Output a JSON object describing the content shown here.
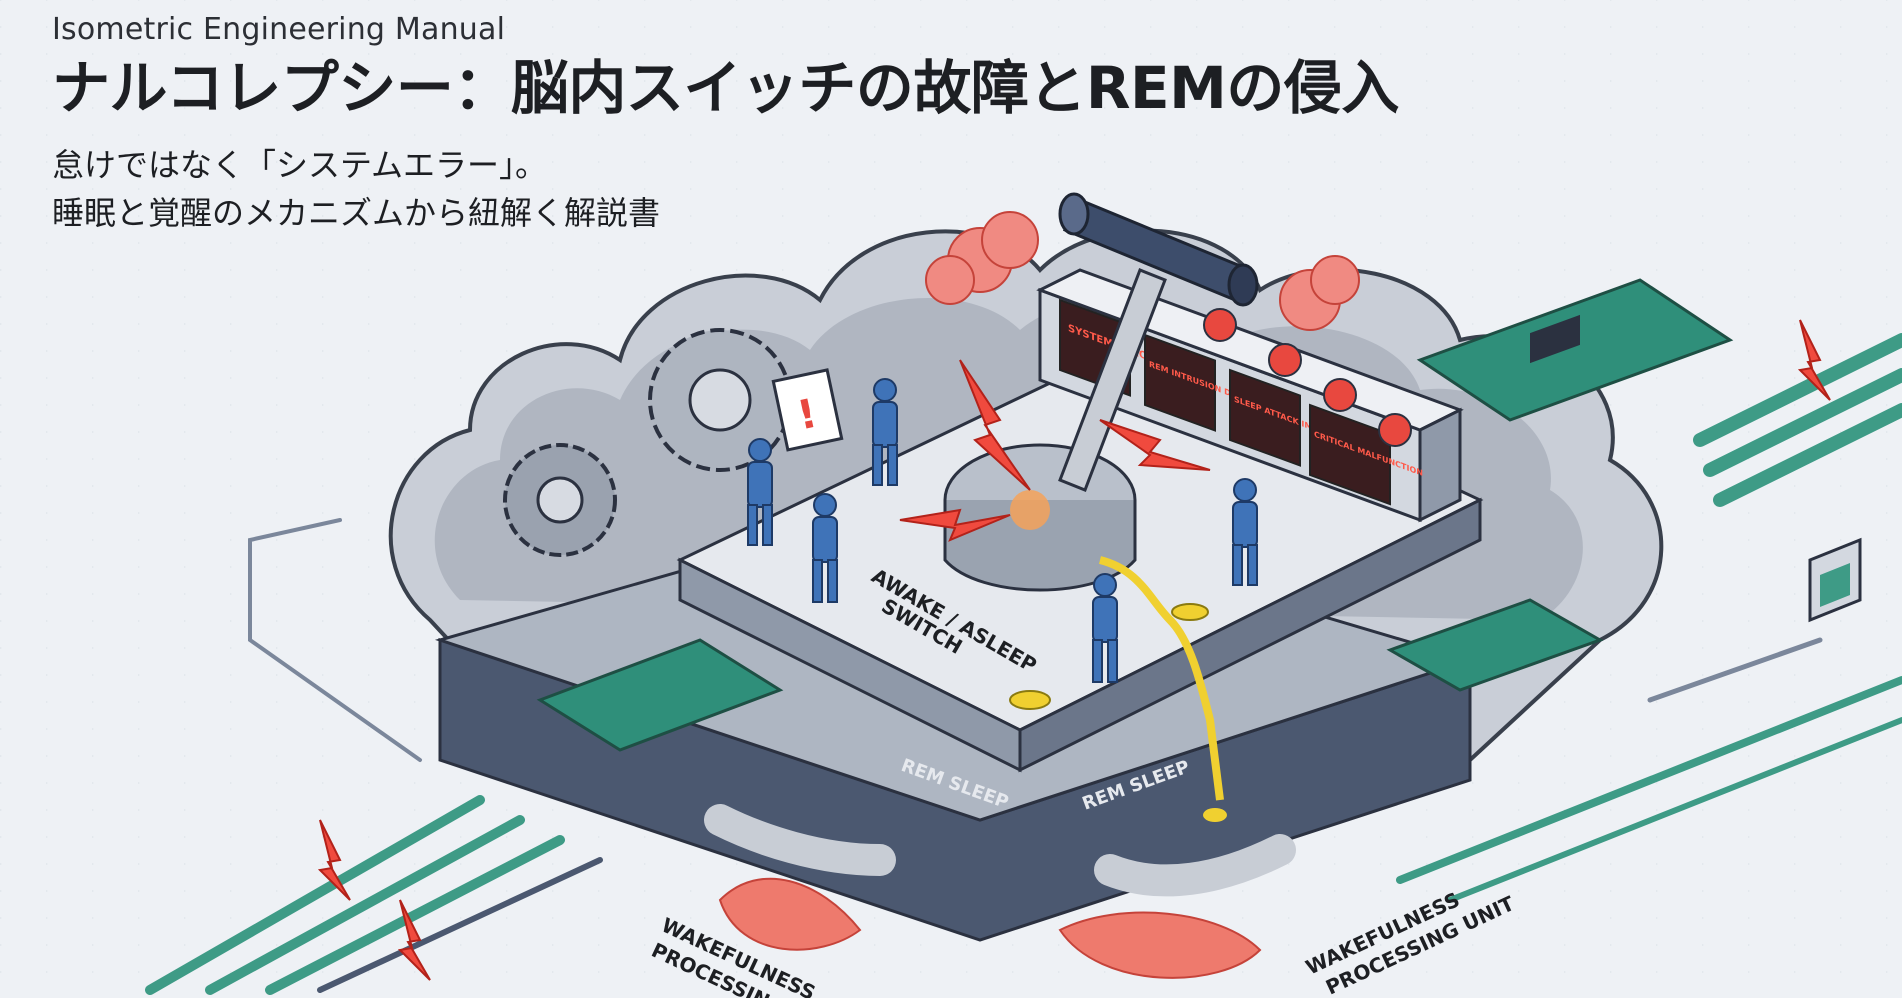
{
  "header": {
    "kicker": "Isometric Engineering Manual",
    "title": "ナルコレプシー：脳内スイッチの故障とREMの侵入",
    "subtitle_lines": [
      "怠けではなく「システムエラー」。",
      "睡眠と覚醒のメカニズムから紐解く解説書"
    ]
  },
  "machine_labels": {
    "switch": [
      "AWAKE / ASLEEP",
      "SWITCH"
    ],
    "rem_left": "REM SLEEP",
    "rem_right": "REM SLEEP",
    "wake_left": [
      "WAKEFULNESS",
      "PROCESSING"
    ],
    "wake_right": [
      "WAKEFULNESS",
      "PROCESSING UNIT"
    ]
  },
  "panel_messages": [
    "SYSTEM ERROR",
    "REM INTRUSION DETECTED",
    "SLEEP ATTACK IMMINENT",
    "CRITICAL MALFUNCTION"
  ],
  "colors": {
    "steel_dark": "#4b5870",
    "steel_mid": "#7b879b",
    "steel_light": "#d9dee6",
    "alarm_red": "#e8483f",
    "leak_red": "#ee7a6d",
    "circuit_green": "#2f8f7a",
    "oil_yellow": "#f0d030",
    "worker_blue": "#3f73b8"
  },
  "icons": [
    "gear-icon",
    "warning-clipboard-icon",
    "alarm-light-icon",
    "lightning-icon",
    "circuit-board-icon"
  ]
}
